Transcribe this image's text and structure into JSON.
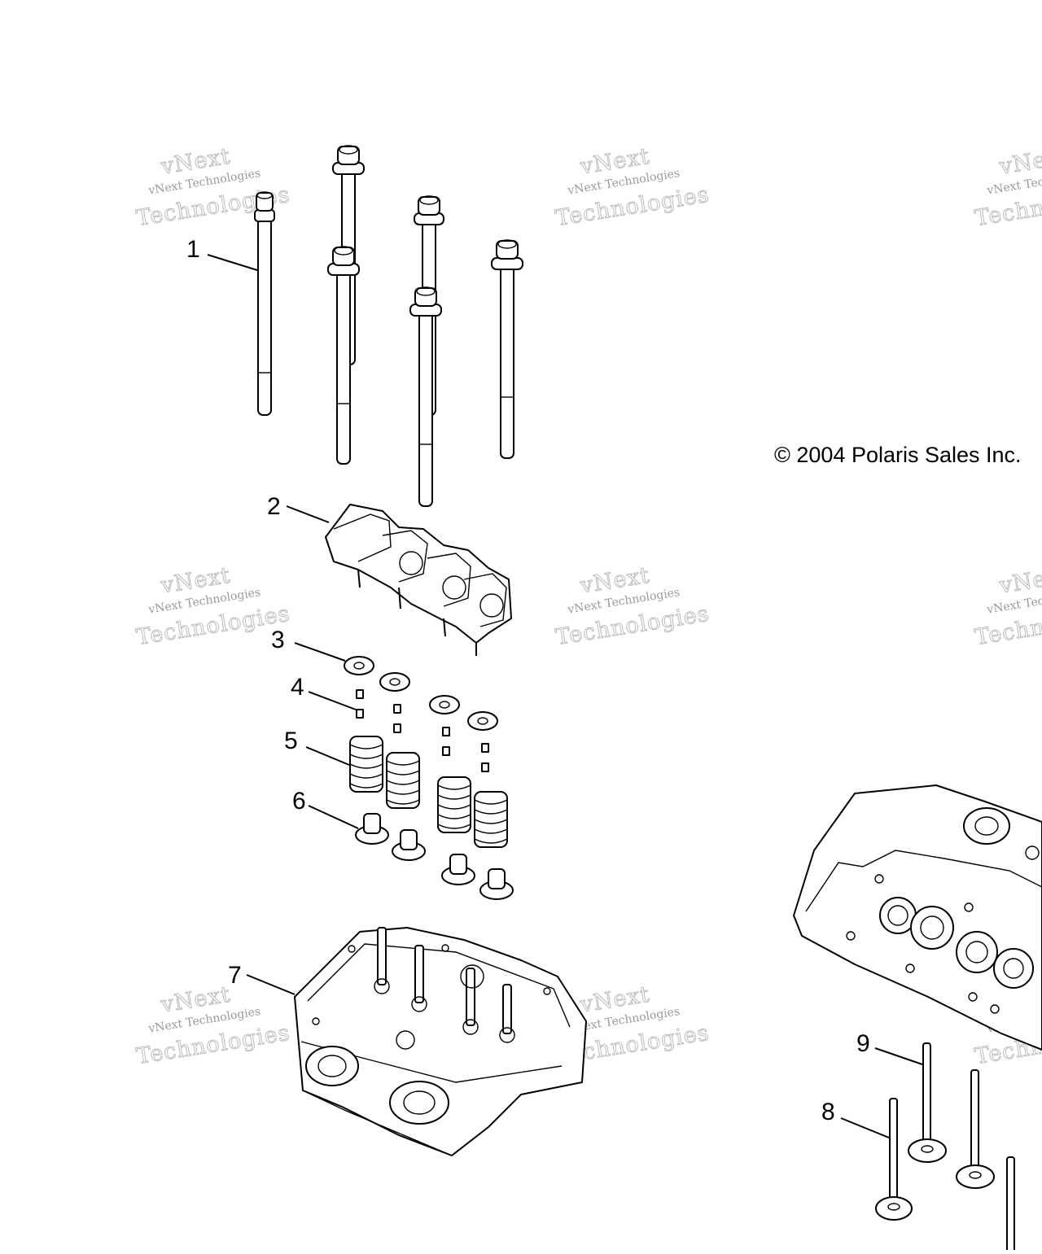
{
  "copyright": "© 2004 Polaris Sales Inc.",
  "watermark": {
    "line1": "vNext Technologies",
    "line2": "Technologies",
    "line3": "vNext"
  },
  "callouts": [
    "1",
    "2",
    "3",
    "4",
    "5",
    "6",
    "7",
    "8",
    "9"
  ]
}
